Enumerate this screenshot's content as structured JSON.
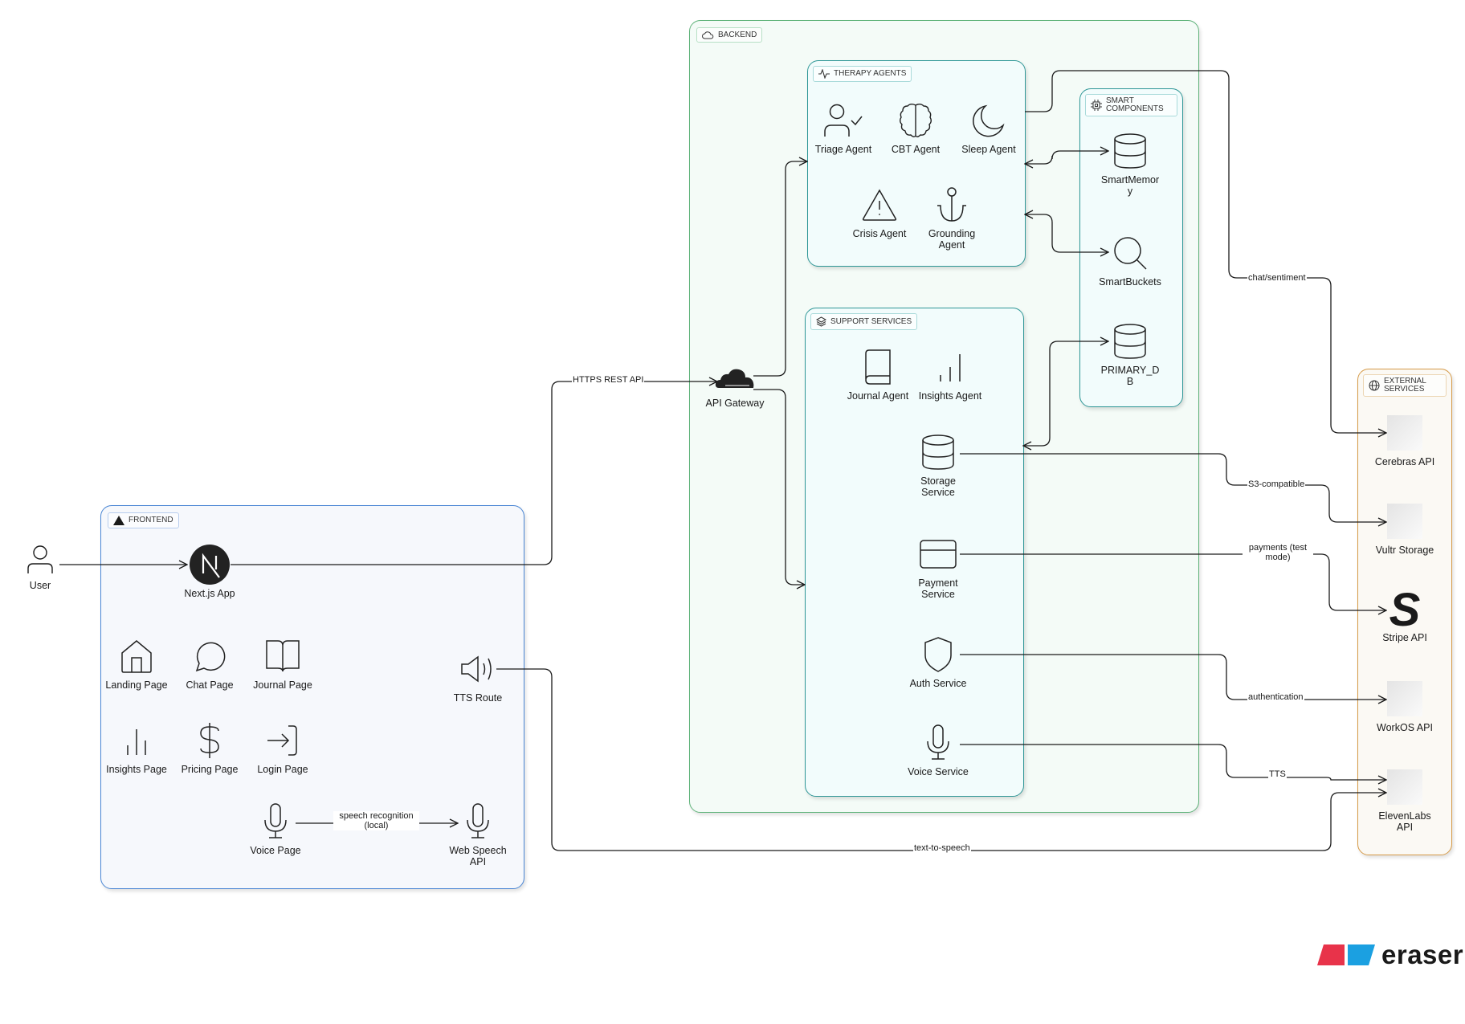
{
  "groups": {
    "frontend": "FRONTEND",
    "backend": "BACKEND",
    "therapy_agents": "THERAPY AGENTS",
    "support_services": "SUPPORT SERVICES",
    "smart_components": "SMART COMPONENTS",
    "external_services": "EXTERNAL SERVICES"
  },
  "nodes": {
    "user": "User",
    "nextjs": "Next.js App",
    "landing": "Landing Page",
    "chat": "Chat Page",
    "journal_page": "Journal Page",
    "insights_page": "Insights Page",
    "pricing": "Pricing Page",
    "login": "Login Page",
    "tts_route": "TTS Route",
    "voice_page": "Voice Page",
    "web_speech": "Web Speech API",
    "api_gateway": "API Gateway",
    "triage": "Triage Agent",
    "cbt": "CBT Agent",
    "sleep": "Sleep Agent",
    "crisis": "Crisis Agent",
    "grounding": "Grounding Agent",
    "journal_agent": "Journal Agent",
    "insights_agent": "Insights Agent",
    "storage_service": "Storage Service",
    "payment_service": "Payment Service",
    "auth_service": "Auth Service",
    "voice_service": "Voice Service",
    "smartmemory": "SmartMemory",
    "smartbuckets": "SmartBuckets",
    "primary_db": "PRIMARY_DB",
    "cerebras": "Cerebras API",
    "vultr": "Vultr Storage",
    "stripe": "Stripe API",
    "workos": "WorkOS API",
    "elevenlabs": "ElevenLabs API"
  },
  "edges": {
    "https_rest_api": "HTTPS REST API",
    "speech_recognition": "speech recognition (local)",
    "chat_sentiment": "chat/sentiment",
    "s3_compatible": "S3-compatible",
    "payments": "payments (test mode)",
    "authentication": "authentication",
    "tts": "TTS",
    "text_to_speech": "text-to-speech"
  },
  "branding": {
    "logo_text": "eraser",
    "colors": {
      "red": "#e8334a",
      "blue": "#1ba0e1"
    }
  },
  "colors": {
    "frontend_border": "#4a86d4",
    "backend_border": "#5fb37a",
    "inner_group_border": "#2f9797",
    "external_border": "#d69a47"
  }
}
